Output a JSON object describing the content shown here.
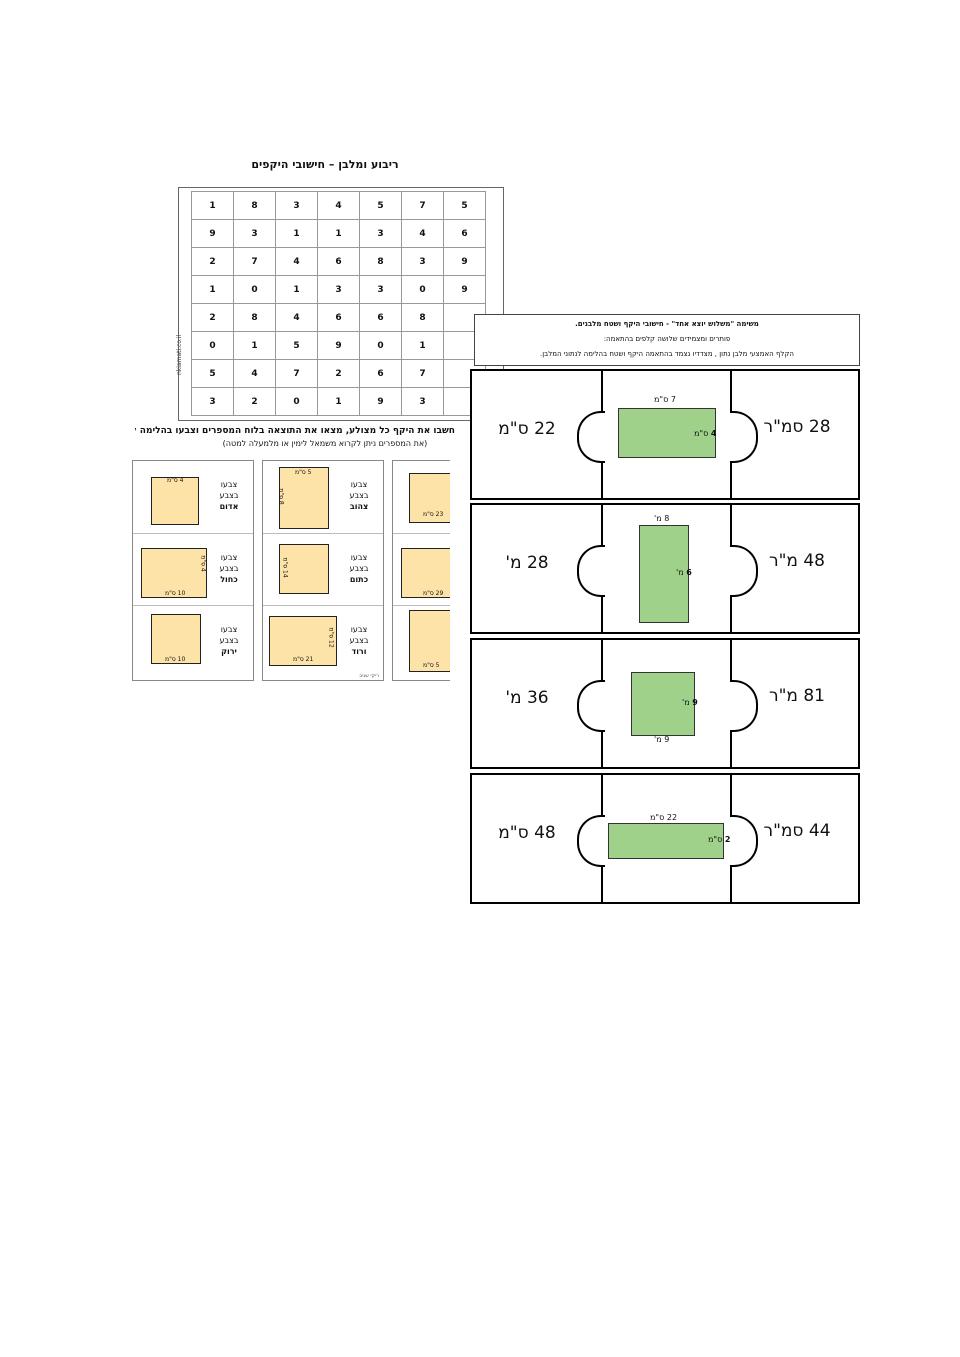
{
  "worksheet": {
    "title": "ריבוע ומלבן – חישובי היקפים",
    "grid": [
      [
        "1",
        "8",
        "3",
        "4",
        "5",
        "7",
        "5"
      ],
      [
        "9",
        "3",
        "1",
        "1",
        "3",
        "4",
        "6"
      ],
      [
        "2",
        "7",
        "4",
        "6",
        "8",
        "3",
        "9"
      ],
      [
        "1",
        "0",
        "1",
        "3",
        "3",
        "0",
        "9"
      ],
      [
        "2",
        "8",
        "4",
        "6",
        "6",
        "8",
        ""
      ],
      [
        "0",
        "1",
        "5",
        "9",
        "0",
        "1",
        ""
      ],
      [
        "5",
        "4",
        "7",
        "2",
        "6",
        "7",
        ""
      ],
      [
        "3",
        "2",
        "0",
        "1",
        "9",
        "3",
        ""
      ]
    ],
    "side_label": "nkiamati.co.il",
    "instruction": "חשבו את היקף כל מצולע, מצאו את התוצאה בלוח המספרים וצבעו בהלימה למקרא הצבעים.",
    "instruction_note": "(את המספרים ניתן לקרוא משמאל לימין או מלמעלה למטה)",
    "credit": "ריקי שגיב",
    "cards": [
      {
        "cells": [
          {
            "line1": "צבעו",
            "line2": "בצבע",
            "color": "אדום",
            "label1": "4 ס\"מ",
            "label2": ""
          },
          {
            "line1": "צבעו",
            "line2": "בצבע",
            "color": "כחול",
            "label1": "10 ס\"מ",
            "label2": "4 ס\"מ"
          },
          {
            "line1": "צבעו",
            "line2": "בצבע",
            "color": "ירוק",
            "label1": "10 ס\"מ",
            "label2": ""
          }
        ]
      },
      {
        "cells": [
          {
            "line1": "צבעו",
            "line2": "בצבע",
            "color": "צהוב",
            "label1": "5 ס\"מ",
            "label2": "8 ס\"מ"
          },
          {
            "line1": "צבעו",
            "line2": "בצבע",
            "color": "כתום",
            "label1": "",
            "label2": "14 ס\"מ"
          },
          {
            "line1": "צבעו",
            "line2": "בצבע",
            "color": "ורוד",
            "label1": "21 ס\"מ",
            "label2": "12 ס\"מ"
          }
        ]
      },
      {
        "cells": [
          {
            "label1": "23 ס\"מ"
          },
          {
            "label1": "29 ס\"מ"
          },
          {
            "label1": "5 ס\"מ"
          }
        ]
      }
    ]
  },
  "task": {
    "title": "משימה \"משלוש יוצא אחד\" - חישובי היקף ושטח מלבנים.",
    "line2": "פותרים ומצמידים שלושה קלפים בהתאמה:",
    "line3": "הקלף האמצעי מלבן נתון , מצדדיו נצמד בהתאמה היקף ושטח בהלימה לנתוני המלבן.",
    "strips": [
      {
        "left": "22 ס\"מ",
        "top": "7 ס\"מ",
        "side_value": "4",
        "side_unit": "ס\"מ",
        "right": "28 סמ\"ר"
      },
      {
        "left": "28 מ'",
        "top": "8 מ'",
        "side_value": "6",
        "side_unit": "מ'",
        "right": "48 מ\"ר"
      },
      {
        "left": "36 מ'",
        "top": "9 מ'",
        "side_value": "9",
        "side_unit": "מ'",
        "right": "81 מ\"ר"
      },
      {
        "left": "48 ס\"מ",
        "top": "22 ס\"מ",
        "side_value": "2",
        "side_unit": "ס\"מ",
        "right": "44 סמ\"ר"
      }
    ]
  }
}
